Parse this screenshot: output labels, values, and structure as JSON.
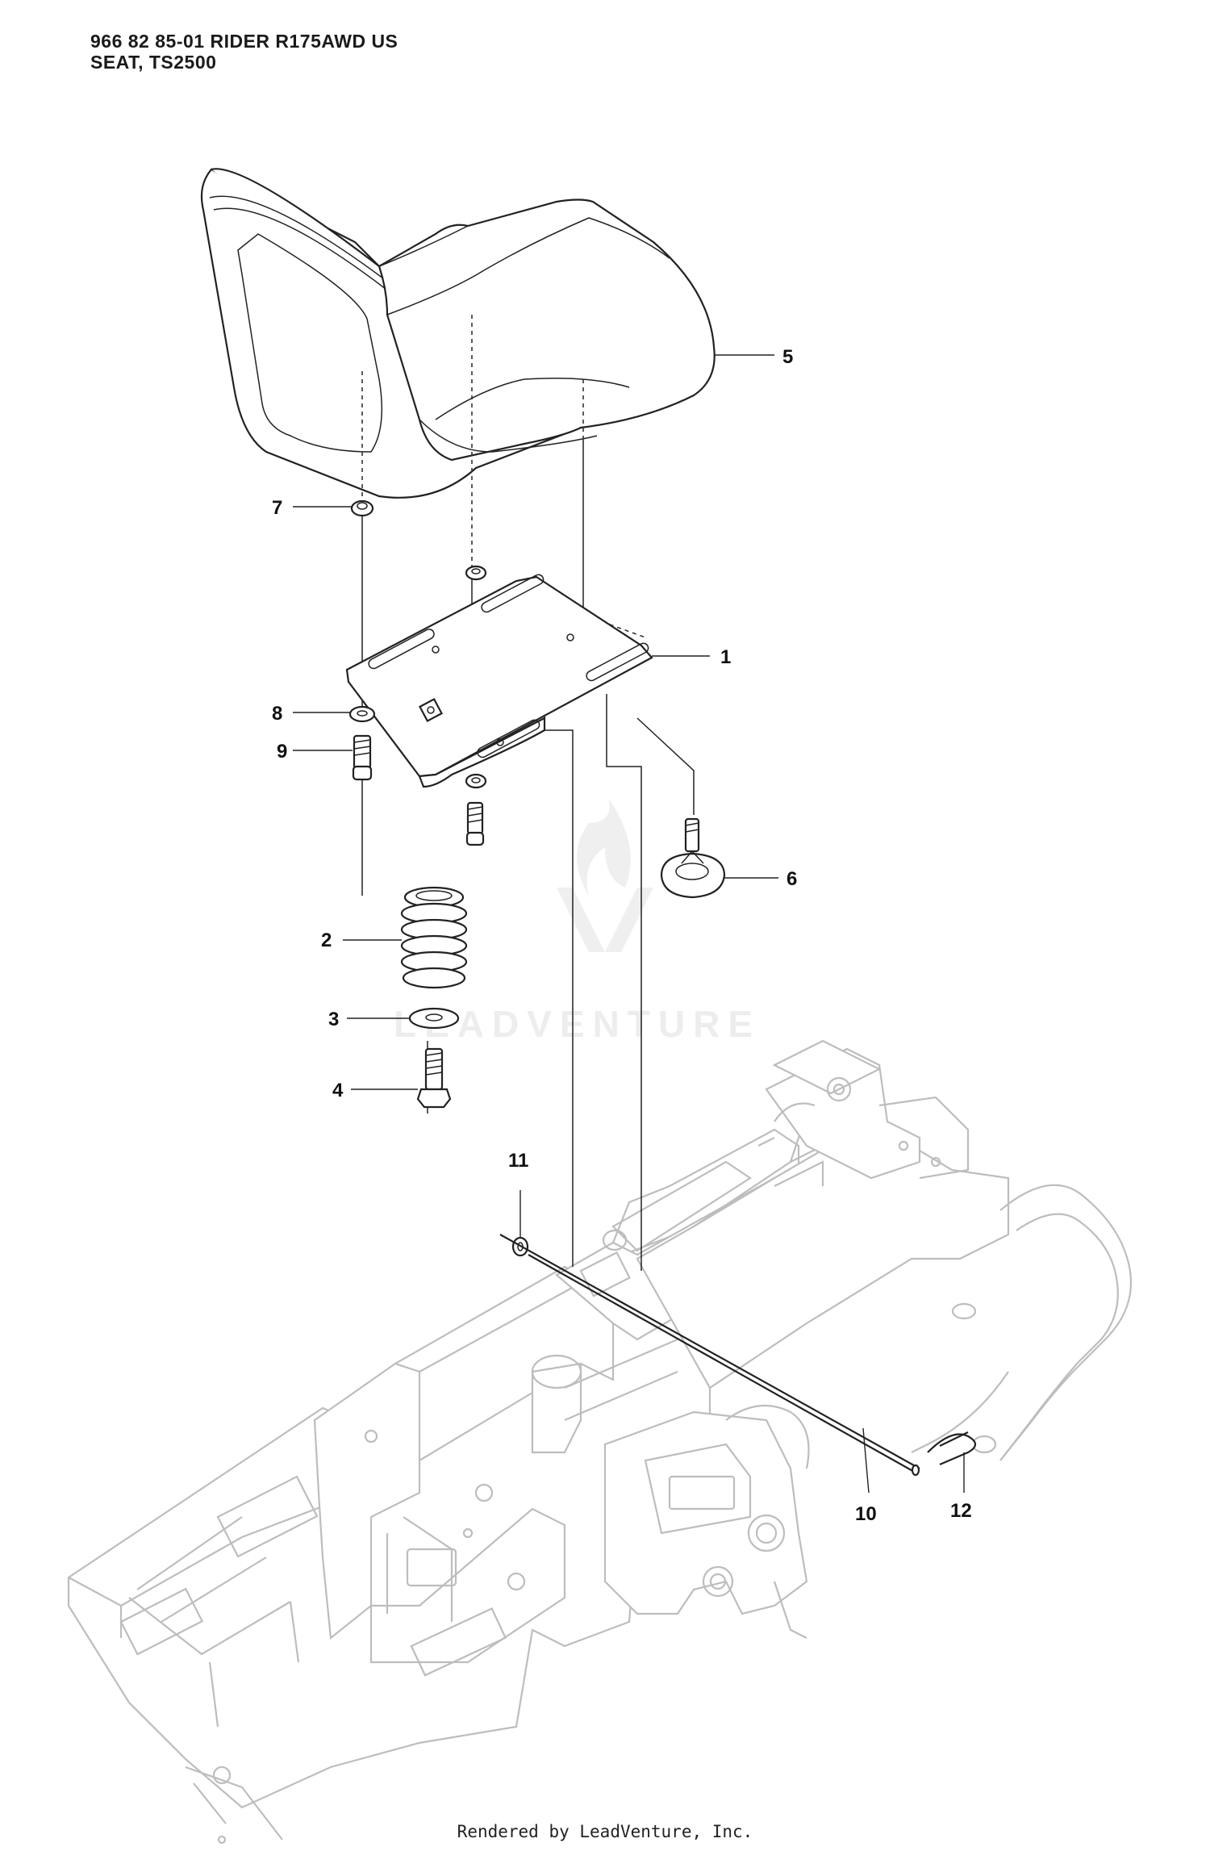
{
  "header": {
    "line1": "966 82 85-01 RIDER R175AWD US",
    "line2": "SEAT, TS2500"
  },
  "callouts": [
    {
      "id": "5",
      "label": "5"
    },
    {
      "id": "7",
      "label": "7"
    },
    {
      "id": "1",
      "label": "1"
    },
    {
      "id": "8",
      "label": "8"
    },
    {
      "id": "9",
      "label": "9"
    },
    {
      "id": "6",
      "label": "6"
    },
    {
      "id": "2",
      "label": "2"
    },
    {
      "id": "3",
      "label": "3"
    },
    {
      "id": "4",
      "label": "4"
    },
    {
      "id": "11",
      "label": "11"
    },
    {
      "id": "10",
      "label": "10"
    },
    {
      "id": "12",
      "label": "12"
    }
  ],
  "watermark": "LEADVENTURE",
  "footer": "Rendered by LeadVenture, Inc."
}
